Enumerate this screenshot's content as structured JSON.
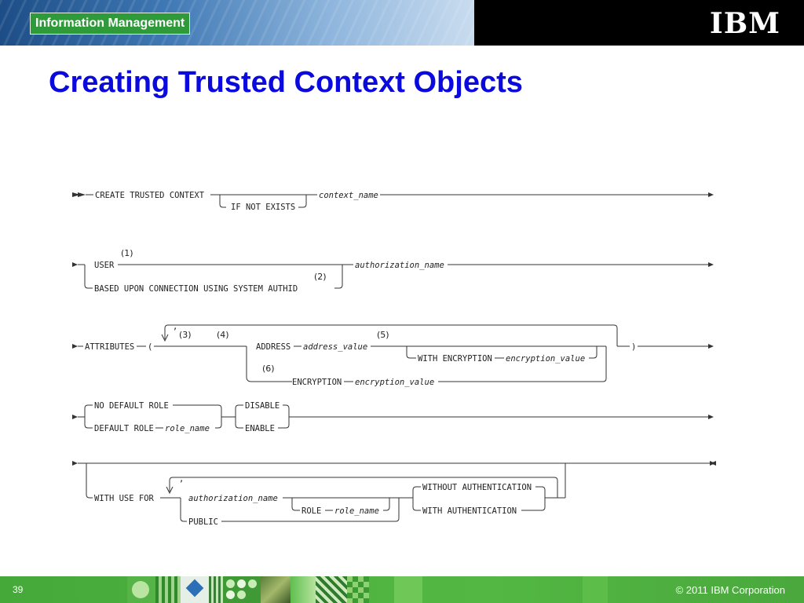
{
  "header": {
    "badge": "Information Management",
    "logo": "IBM"
  },
  "title": "Creating Trusted Context Objects",
  "diagram": {
    "create_trusted_context": "CREATE TRUSTED CONTEXT",
    "if_not_exists": "IF NOT EXISTS",
    "context_name": "context_name",
    "user": "USER",
    "based_upon": "BASED UPON CONNECTION USING SYSTEM AUTHID",
    "authorization_name": "authorization_name",
    "attributes": "ATTRIBUTES",
    "open_paren": "(",
    "close_paren": ")",
    "comma": ",",
    "address": "ADDRESS",
    "address_value": "address_value",
    "with_encryption": "WITH ENCRYPTION",
    "encryption_value": "encryption_value",
    "encryption": "ENCRYPTION",
    "no_default_role": "NO DEFAULT ROLE",
    "default_role": "DEFAULT ROLE",
    "role_name": "role_name",
    "disable": "DISABLE",
    "enable": "ENABLE",
    "with_use_for": "WITH USE FOR",
    "public": "PUBLIC",
    "role": "ROLE",
    "without_authentication": "WITHOUT AUTHENTICATION",
    "with_authentication": "WITH AUTHENTICATION",
    "notes": [
      "(1)",
      "(2)",
      "(3)",
      "(4)",
      "(5)",
      "(6)"
    ]
  },
  "footer": {
    "page_number": "39",
    "copyright": "© 2011 IBM Corporation"
  },
  "colors": {
    "title": "#0a0adf",
    "badge": "#2f9a3a",
    "footer": "#4aa83d",
    "banner_right": "#000000"
  }
}
